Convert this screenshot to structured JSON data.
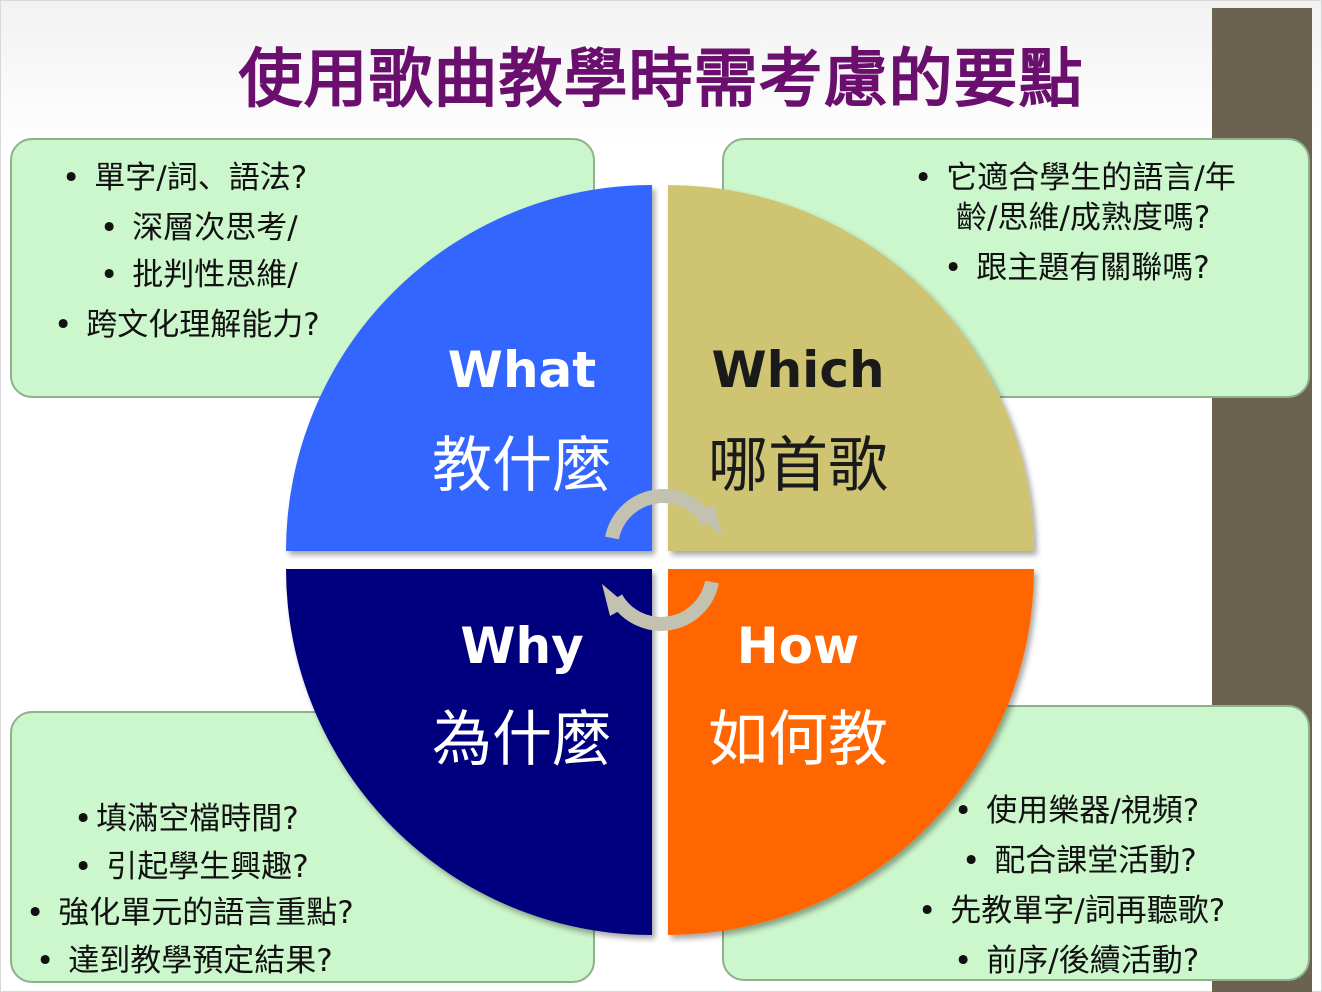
{
  "title": "使用歌曲教學時需考慮的要點",
  "colors": {
    "title": "#6a0f6e",
    "what": "#3366ff",
    "which": "#cfc472",
    "why": "#00007f",
    "how": "#ff6600",
    "box_fill": "#ccf6cc",
    "right_bar": "#6b6350",
    "arrow": "#c3c1b0"
  },
  "quadrants": {
    "what": {
      "en": "What",
      "zh": "教什麼"
    },
    "which": {
      "en": "Which",
      "zh": "哪首歌"
    },
    "why": {
      "en": "Why",
      "zh": "為什麼"
    },
    "how": {
      "en": "How",
      "zh": "如何教"
    }
  },
  "boxes": {
    "what": [
      "單字/詞、語法?",
      "深層次思考/",
      "批判性思維/",
      "跨文化理解能力?"
    ],
    "which": [
      "它適合學生的語言/年",
      "齡/思維/成熟度嗎?",
      "跟主題有關聯嗎?"
    ],
    "why": [
      "填滿空檔時間?",
      "引起學生興趣?",
      "強化單元的語言重點?",
      "達到教學預定結果?"
    ],
    "how": [
      "使用樂器/視頻?",
      "配合課堂活動?",
      "先教單字/詞再聽歌?",
      "前序/後續活動?"
    ]
  },
  "bullet": "•",
  "icons": [
    "cycle-arrow-top-icon",
    "cycle-arrow-bottom-icon"
  ]
}
